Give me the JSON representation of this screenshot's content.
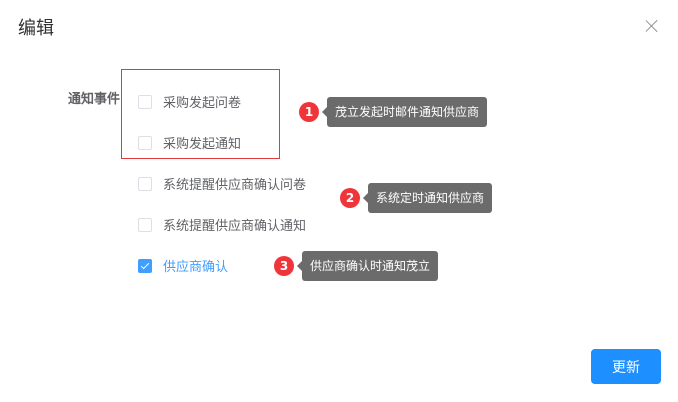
{
  "dialog": {
    "title": "编辑",
    "close_icon": "close-icon",
    "form": {
      "label": "通知事件",
      "options": [
        {
          "label": "采购发起问卷",
          "checked": false
        },
        {
          "label": "采购发起通知",
          "checked": false
        },
        {
          "label": "系统提醒供应商确认问卷",
          "checked": false
        },
        {
          "label": "系统提醒供应商确认通知",
          "checked": false
        },
        {
          "label": "供应商确认",
          "checked": true
        }
      ]
    },
    "annotations": [
      {
        "number": "1",
        "text": "茂立发起时邮件通知供应商"
      },
      {
        "number": "2",
        "text": "系统定时通知供应商"
      },
      {
        "number": "3",
        "text": "供应商确认时通知茂立"
      }
    ],
    "submit_label": "更新"
  },
  "colors": {
    "primary": "#409eff",
    "button": "#1e8ffe",
    "highlight_border": "#e0393e",
    "badge": "#f0353a",
    "tooltip": "#6b6b6b"
  }
}
